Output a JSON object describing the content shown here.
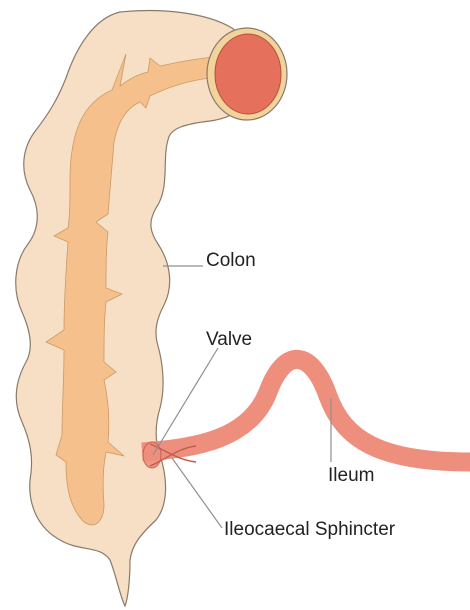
{
  "labels": {
    "colon": "Colon",
    "valve": "Valve",
    "ileum": "Ileum",
    "sphincter": "Ileocaecal Sphincter"
  },
  "colors": {
    "colon_wall": "#F7DFC6",
    "colon_outline": "#8A7A6A",
    "lumen": "#F5C08B",
    "lumen_outline": "#C99A66",
    "colon_cut_face": "#E5715C",
    "cut_rim": "#F1D39B",
    "ileum": "#EE8F7E",
    "ileum_outline": "#C25D4D",
    "leader_line": "#8F8F8F",
    "text": "#222222"
  }
}
